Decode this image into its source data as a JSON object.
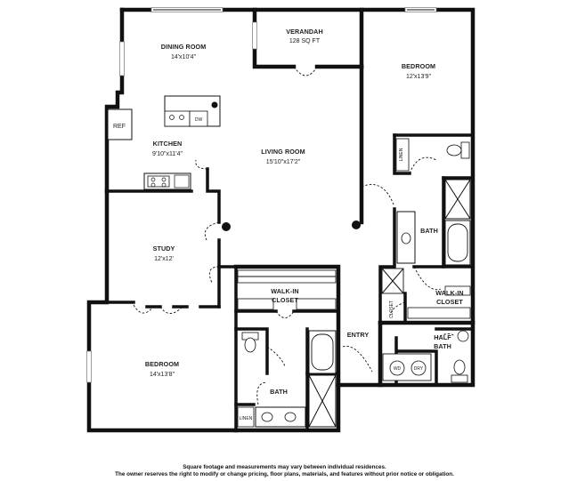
{
  "rooms": {
    "dining": {
      "name": "DINING ROOM",
      "size": "14'x10'4\""
    },
    "verandah": {
      "name": "VERANDAH",
      "size": "128 SQ FT"
    },
    "bedroom_right": {
      "name": "BEDROOM",
      "size": "12'x13'9\""
    },
    "kitchen": {
      "name": "KITCHEN",
      "size": "9'10\"x11'4\""
    },
    "living": {
      "name": "LIVING ROOM",
      "size": "15'10\"x17'2\""
    },
    "study": {
      "name": "STUDY",
      "size": "12'x12'"
    },
    "bath_right": {
      "name": "BATH"
    },
    "walkin_right": {
      "line1": "WALK-IN",
      "line2": "CLOSET"
    },
    "walkin_left": {
      "line1": "WALK-IN",
      "line2": "CLOSET"
    },
    "entry": {
      "name": "ENTRY"
    },
    "half_bath": {
      "line1": "HALF",
      "line2": "BATH"
    },
    "bedroom_left": {
      "name": "BEDROOM",
      "size": "14'x13'8\""
    },
    "bath_left": {
      "name": "BATH"
    }
  },
  "fixtures": {
    "ref": "REF",
    "dw": "DW",
    "linen_top": "LINEN",
    "linen_bottom": "LINEN",
    "closet": "CLOSET",
    "wd_w": "WD",
    "wd_d": "DRY"
  },
  "disclaimer": {
    "line1": "Square footage and measurements may vary between individual residences.",
    "line2": "The owner reserves the right to modify or change pricing, floor plans, materials, and features without prior notice or obligation."
  }
}
